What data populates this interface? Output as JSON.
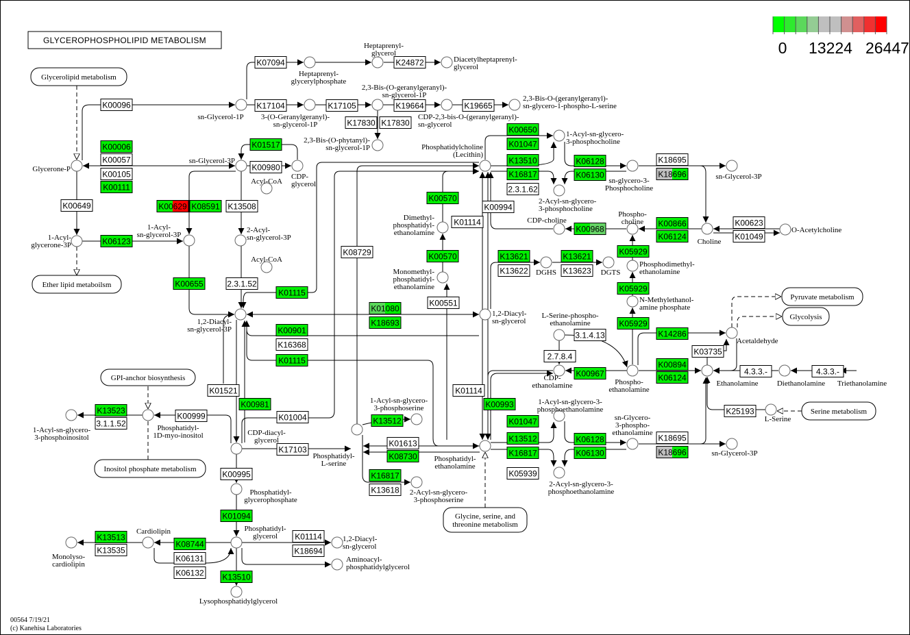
{
  "title": "GLYCEROPHOSPHOLIPID METABOLISM",
  "legend": {
    "colors": [
      "#00ff00",
      "#2eea2e",
      "#5cd85c",
      "#94cc94",
      "#bfbfbf",
      "#bfbfbf",
      "#d09090",
      "#e06060",
      "#f03030",
      "#ff0000"
    ],
    "labels": [
      "0",
      "13224",
      "26447"
    ]
  },
  "colors": {
    "green": "#00ee00",
    "gray": "#bfbfbf",
    "light_green": "#66d466",
    "red": "#ff0000",
    "white": "#ffffff"
  },
  "enzymes": [
    {
      "label": "K07094",
      "fill": "#ffffff"
    },
    {
      "label": "K24872",
      "fill": "#ffffff"
    },
    {
      "label": "K00096",
      "fill": "#ffffff"
    },
    {
      "label": "K17104",
      "fill": "#ffffff"
    },
    {
      "label": "K17105",
      "fill": "#ffffff"
    },
    {
      "label": "K19664",
      "fill": "#ffffff"
    },
    {
      "label": "K19665",
      "fill": "#ffffff"
    },
    {
      "label": "K17830",
      "fill": "#ffffff"
    },
    {
      "label": "K17830",
      "fill": "#ffffff"
    },
    {
      "label": "K00650",
      "fill": "#00ee00"
    },
    {
      "label": "K01047",
      "fill": "#00ee00"
    },
    {
      "label": "K00006",
      "fill": "#00ee00"
    },
    {
      "label": "K00057",
      "fill": "#ffffff"
    },
    {
      "label": "K00105",
      "fill": "#ffffff"
    },
    {
      "label": "K00111",
      "fill": "#00ee00"
    },
    {
      "label": "K01517",
      "fill": "#00ee00"
    },
    {
      "label": "K00980",
      "fill": "#ffffff"
    },
    {
      "label": "K13510",
      "fill": "#00ee00"
    },
    {
      "label": "K16817",
      "fill": "#00ee00"
    },
    {
      "label": "2.3.1.62",
      "fill": "#ffffff"
    },
    {
      "label": "K06128",
      "fill": "#00ee00"
    },
    {
      "label": "K06130",
      "fill": "#00ee00"
    },
    {
      "label": "K18695",
      "fill": "#ffffff"
    },
    {
      "label": "K18696",
      "fill": [
        "#bfbfbf",
        "#00ee00"
      ]
    },
    {
      "label": "K00649",
      "fill": "#ffffff"
    },
    {
      "label": "K00629",
      "fill": [
        "#00ee00",
        "#ff0000"
      ]
    },
    {
      "label": "K08591",
      "fill": "#00ee00"
    },
    {
      "label": "K13508",
      "fill": "#ffffff"
    },
    {
      "label": "K00570",
      "fill": "#00ee00"
    },
    {
      "label": "K00994",
      "fill": "#ffffff"
    },
    {
      "label": "K01114",
      "fill": "#ffffff"
    },
    {
      "label": "K00968",
      "fill": [
        "#00ee00",
        "#66d466"
      ]
    },
    {
      "label": "K00866",
      "fill": "#00ee00"
    },
    {
      "label": "K06124",
      "fill": "#00ee00"
    },
    {
      "label": "K00623",
      "fill": "#ffffff"
    },
    {
      "label": "K01049",
      "fill": "#ffffff"
    },
    {
      "label": "K06123",
      "fill": "#00ee00"
    },
    {
      "label": "K08729",
      "fill": "#ffffff"
    },
    {
      "label": "K05929",
      "fill": "#00ee00"
    },
    {
      "label": "K00570",
      "fill": "#00ee00"
    },
    {
      "label": "K13621",
      "fill": "#00ee00"
    },
    {
      "label": "K13621",
      "fill": "#00ee00"
    },
    {
      "label": "K13622",
      "fill": "#ffffff"
    },
    {
      "label": "K13623",
      "fill": "#ffffff"
    },
    {
      "label": "2.3.1.52",
      "fill": "#ffffff"
    },
    {
      "label": "K00655",
      "fill": "#00ee00"
    },
    {
      "label": "K01115",
      "fill": "#00ee00"
    },
    {
      "label": "K05929",
      "fill": "#00ee00"
    },
    {
      "label": "K00551",
      "fill": "#ffffff"
    },
    {
      "label": "K01080",
      "fill": [
        "#5ad85a",
        "#00ee00"
      ]
    },
    {
      "label": "K18693",
      "fill": "#00ee00"
    },
    {
      "label": "K05929",
      "fill": "#00ee00"
    },
    {
      "label": "K00901",
      "fill": "#00ee00"
    },
    {
      "label": "K16368",
      "fill": "#ffffff"
    },
    {
      "label": "3.1.4.13",
      "fill": "#ffffff"
    },
    {
      "label": "K14286",
      "fill": "#00ee00"
    },
    {
      "label": "K03735",
      "fill": "#ffffff"
    },
    {
      "label": "2.7.8.4",
      "fill": "#ffffff"
    },
    {
      "label": "K01115",
      "fill": "#00ee00"
    },
    {
      "label": "K00894",
      "fill": "#00ee00"
    },
    {
      "label": "K00967",
      "fill": "#00ee00"
    },
    {
      "label": "K06124",
      "fill": "#00ee00"
    },
    {
      "label": "4.3.3.-",
      "fill": "#ffffff"
    },
    {
      "label": "4.3.3.-",
      "fill": "#ffffff"
    },
    {
      "label": "K01521",
      "fill": "#ffffff"
    },
    {
      "label": "K01114",
      "fill": "#ffffff"
    },
    {
      "label": "K00981",
      "fill": "#00ee00"
    },
    {
      "label": "K00993",
      "fill": "#00ee00"
    },
    {
      "label": "K13523",
      "fill": "#00ee00"
    },
    {
      "label": "3.1.1.52",
      "fill": "#ffffff"
    },
    {
      "label": "K00999",
      "fill": "#ffffff"
    },
    {
      "label": "K01004",
      "fill": "#ffffff"
    },
    {
      "label": "K13512",
      "fill": "#00ee00"
    },
    {
      "label": "K01047",
      "fill": "#00ee00"
    },
    {
      "label": "K25193",
      "fill": "#ffffff"
    },
    {
      "label": "K01613",
      "fill": "#ffffff"
    },
    {
      "label": "K13512",
      "fill": "#00ee00"
    },
    {
      "label": "K06128",
      "fill": "#00ee00"
    },
    {
      "label": "K18695",
      "fill": "#ffffff"
    },
    {
      "label": "K17103",
      "fill": "#ffffff"
    },
    {
      "label": "K08730",
      "fill": "#00ee00"
    },
    {
      "label": "K16817",
      "fill": "#00ee00"
    },
    {
      "label": "K06130",
      "fill": "#00ee00"
    },
    {
      "label": "K18696",
      "fill": [
        "#bfbfbf",
        "#00ee00"
      ]
    },
    {
      "label": "K00995",
      "fill": "#ffffff"
    },
    {
      "label": "K16817",
      "fill": "#00ee00"
    },
    {
      "label": "K05939",
      "fill": "#ffffff"
    },
    {
      "label": "K13618",
      "fill": "#ffffff"
    },
    {
      "label": "K01094",
      "fill": "#00ee00"
    },
    {
      "label": "K13513",
      "fill": "#00ee00"
    },
    {
      "label": "K13535",
      "fill": "#ffffff"
    },
    {
      "label": "K08744",
      "fill": "#00ee00"
    },
    {
      "label": "K01114",
      "fill": "#ffffff"
    },
    {
      "label": "K18694",
      "fill": "#ffffff"
    },
    {
      "label": "K06131",
      "fill": "#ffffff"
    },
    {
      "label": "K06132",
      "fill": "#ffffff"
    },
    {
      "label": "K13510",
      "fill": "#00ee00"
    }
  ],
  "compounds": [
    {
      "lines": [
        "Heptaprenyl-",
        "glycerylphosphate"
      ]
    },
    {
      "lines": [
        "Heptaprenyl-",
        "glycerol"
      ]
    },
    {
      "lines": [
        "Diacetylheptaprenyl-",
        "glycerol"
      ]
    },
    {
      "lines": [
        "sn-Glycerol-1P"
      ]
    },
    {
      "lines": [
        "3-(O-Geranylgeranyl)-",
        "sn-glycerol-1P"
      ]
    },
    {
      "lines": [
        "2,3-Bis-(O-geranylgeranyl)-",
        "sn-glycerol-1P"
      ]
    },
    {
      "lines": [
        "CDP-2,3-bis-O-(geranylgeranyl)-",
        "sn-glycerol"
      ]
    },
    {
      "lines": [
        "2,3-Bis-O-(geranylgeranyl)-",
        "sn-glycero-1-phospho-L-serine"
      ]
    },
    {
      "lines": [
        "2,3-Bis-(O-phytanyl)-",
        "sn-glycerol-1P"
      ]
    },
    {
      "lines": [
        "1-Acyl-sn-glycero-",
        "3-phosphocholine"
      ]
    },
    {
      "lines": [
        "Phosphatidylcholine",
        "(Lecithin)"
      ]
    },
    {
      "lines": [
        "Glycerone-P"
      ]
    },
    {
      "lines": [
        "sn-Glycerol-3P"
      ]
    },
    {
      "lines": [
        "CDP-",
        "glycerol"
      ]
    },
    {
      "lines": [
        "Acyl-CoA"
      ]
    },
    {
      "lines": [
        "sn-glycero-3-",
        "Phosphocholine"
      ]
    },
    {
      "lines": [
        "sn-Glycerol-3P"
      ]
    },
    {
      "lines": [
        "2-Acyl-sn-glycero-",
        "3-phosphocholine"
      ]
    },
    {
      "lines": [
        "1-Acyl-",
        "glycerone-3P"
      ]
    },
    {
      "lines": [
        "1-Acyl-",
        "sn-glycerol-3P"
      ]
    },
    {
      "lines": [
        "2-Acyl-",
        "sn-glycerol-3P"
      ]
    },
    {
      "lines": [
        "Dimethyl-",
        "phosphatidyl-",
        "ethanolamine"
      ]
    },
    {
      "lines": [
        "CDP-choline"
      ]
    },
    {
      "lines": [
        "Phospho-",
        "choline"
      ]
    },
    {
      "lines": [
        "Choline"
      ]
    },
    {
      "lines": [
        "O-Acetylcholine"
      ]
    },
    {
      "lines": [
        "Acyl-CoA"
      ]
    },
    {
      "lines": [
        "DGHS"
      ]
    },
    {
      "lines": [
        "DGTS"
      ]
    },
    {
      "lines": [
        "Phosphodimethyl-",
        "ethanolamine"
      ]
    },
    {
      "lines": [
        "Monomethyl-",
        "phosphatidyl-",
        "ethanolamine"
      ]
    },
    {
      "lines": [
        "N-Methylethanol-",
        "amine phosphate"
      ]
    },
    {
      "lines": [
        "1,2-Diacyl-",
        "sn-glycerol-3P"
      ]
    },
    {
      "lines": [
        "1,2-Diacyl-",
        "sn-glycerol"
      ]
    },
    {
      "lines": [
        "L-Serine-phospho-",
        "ethanolamine"
      ]
    },
    {
      "lines": [
        "Acetaldehyde"
      ]
    },
    {
      "lines": [
        "Phospho-",
        "ethanolamine"
      ]
    },
    {
      "lines": [
        "CDP-",
        "ethanolamine"
      ]
    },
    {
      "lines": [
        "Ethanolamine"
      ]
    },
    {
      "lines": [
        "Diethanolamine"
      ]
    },
    {
      "lines": [
        "Triethanolamine"
      ]
    },
    {
      "lines": [
        "1-Acyl-sn-glycero-",
        "3-phosphoinositol"
      ]
    },
    {
      "lines": [
        "Phosphatidyl-",
        "1D-myo-inositol"
      ]
    },
    {
      "lines": [
        "1-Acyl-sn-glycero-",
        "3-phosphoserine"
      ]
    },
    {
      "lines": [
        "Phosphatidyl-",
        "L-serine"
      ]
    },
    {
      "lines": [
        "CDP-diacyl-",
        "glycerol"
      ]
    },
    {
      "lines": [
        "Phosphatidyl-",
        "ethanolamine"
      ]
    },
    {
      "lines": [
        "1-Acyl-sn-glycero-3-",
        "phosphoethanolamine"
      ]
    },
    {
      "lines": [
        "sn-Glycero-",
        "3-phospho-",
        "ethanolamine"
      ]
    },
    {
      "lines": [
        "sn-Glycerol-3P"
      ]
    },
    {
      "lines": [
        "2-Acyl-sn-glycero-",
        "3-phosphoserine"
      ]
    },
    {
      "lines": [
        "2-Acyl-sn-glycero-3-",
        "phosphoethanolamine"
      ]
    },
    {
      "lines": [
        "L-Serine"
      ]
    },
    {
      "lines": [
        "Phosphatidyl-",
        "glycerophosphate"
      ]
    },
    {
      "lines": [
        "Cardiolipin"
      ]
    },
    {
      "lines": [
        "Monolyso-",
        "cardiolipin"
      ]
    },
    {
      "lines": [
        "Phosphatidyl-",
        "glycerol"
      ]
    },
    {
      "lines": [
        "1,2-Diacyl-",
        "sn-glycerol"
      ]
    },
    {
      "lines": [
        "Aminoacyl-",
        "phosphatidylglycerol"
      ]
    },
    {
      "lines": [
        "Lysophosphatidylglycerol"
      ]
    }
  ],
  "maps": [
    {
      "lines": [
        "Glycerolipid metabolism"
      ]
    },
    {
      "lines": [
        "Ether lipid metaboilsm"
      ]
    },
    {
      "lines": [
        "GPI-anchor biosynthesis"
      ]
    },
    {
      "lines": [
        "Inositol phosphate metabolism"
      ]
    },
    {
      "lines": [
        "Glycine, serine, and",
        "threonine metabolism"
      ]
    },
    {
      "lines": [
        "Pyruvate metabolism"
      ]
    },
    {
      "lines": [
        "Glycolysis"
      ]
    },
    {
      "lines": [
        "Serine metabolism"
      ]
    }
  ],
  "footer": [
    "00564 7/19/21",
    "(c) Kanehisa Laboratories"
  ]
}
